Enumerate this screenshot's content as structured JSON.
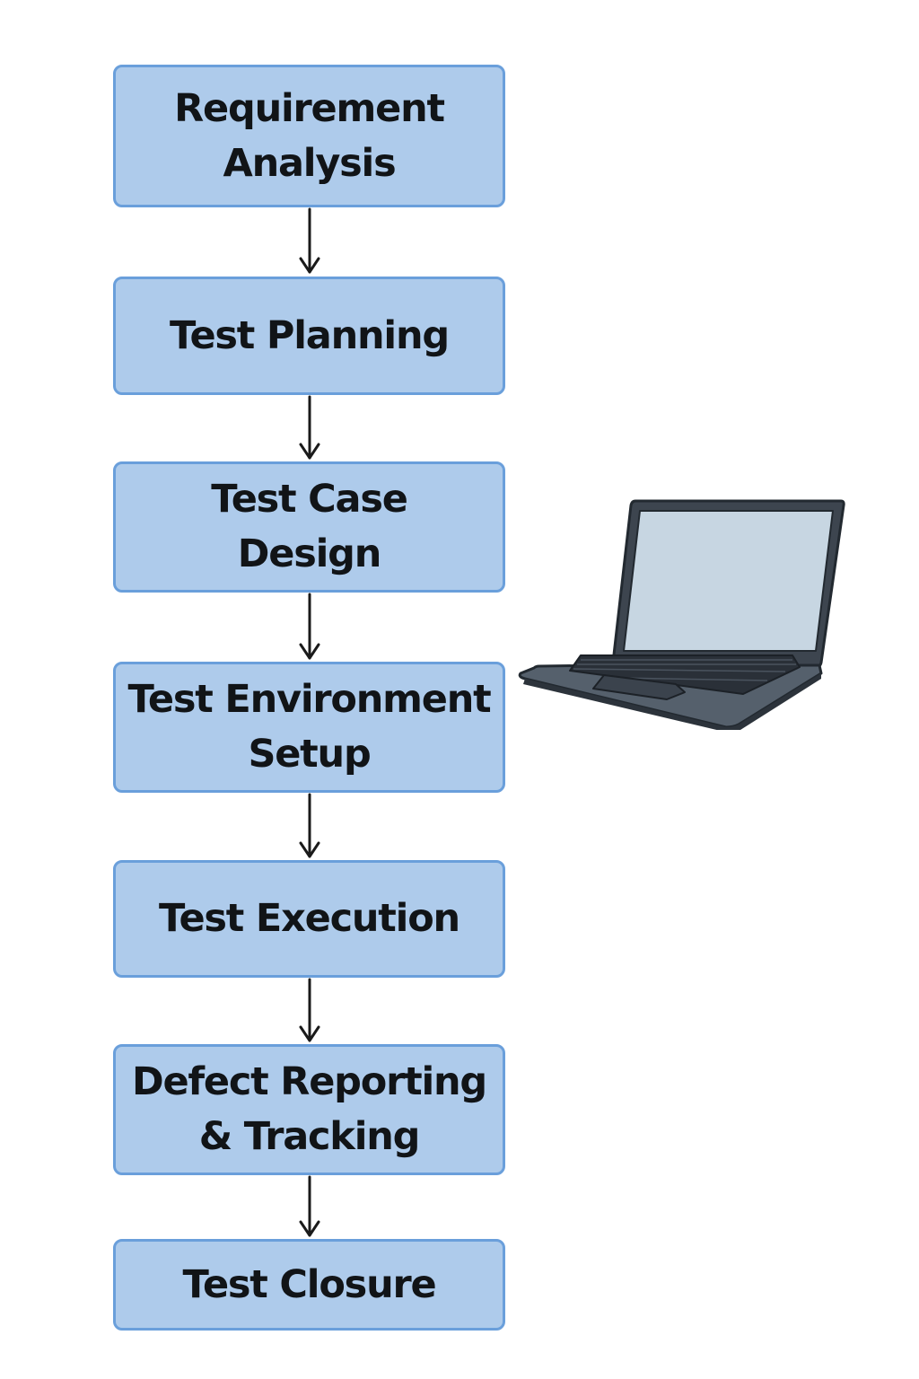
{
  "flow": {
    "steps": [
      {
        "label": "Requirement\nAnalysis"
      },
      {
        "label": "Test Planning"
      },
      {
        "label": "Test Case\nDesign"
      },
      {
        "label": "Test Environment\nSetup"
      },
      {
        "label": "Test Execution"
      },
      {
        "label": "Defect Reporting\n& Tracking"
      },
      {
        "label": "Test Closure"
      }
    ]
  },
  "illustration": {
    "icon": "laptop-icon"
  },
  "colors": {
    "box_fill": "#aecbeb",
    "box_border": "#6a9fdb",
    "text": "#111417",
    "arrow": "#1a1a1a",
    "laptop_body": "#3d454f",
    "laptop_screen": "#c7d6e2"
  }
}
